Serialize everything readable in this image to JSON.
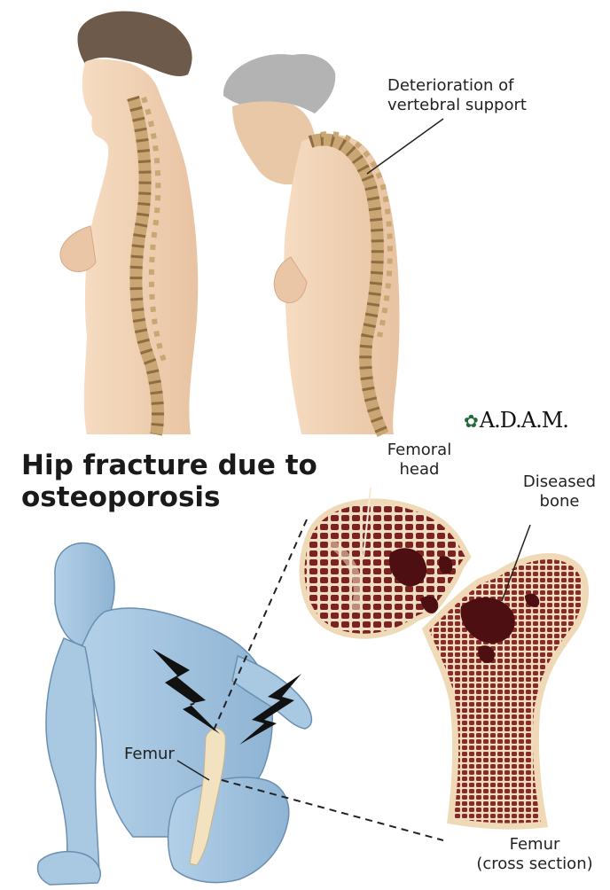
{
  "top_panel": {
    "label": "Deterioration of vertebral support"
  },
  "logo": {
    "text": "A.D.A.M.",
    "leaf_glyph": "✿",
    "leaf_color": "#1f6b3a"
  },
  "bottom_panel": {
    "title_line1": "Hip fracture due to",
    "title_line2": "osteoporosis",
    "labels": {
      "femoral_head_line1": "Femoral",
      "femoral_head_line2": "head",
      "diseased_bone_line1": "Diseased",
      "diseased_bone_line2": "bone",
      "femur": "Femur",
      "femur_cross_line1": "Femur",
      "femur_cross_line2": "(cross section)"
    }
  },
  "colors": {
    "skin": "#f1d2b4",
    "spine": "#d9b98a",
    "body_blue": "#9ec0dc",
    "bone_marrow": "#7a1f1f",
    "bone_edge": "#f3e6cc"
  }
}
